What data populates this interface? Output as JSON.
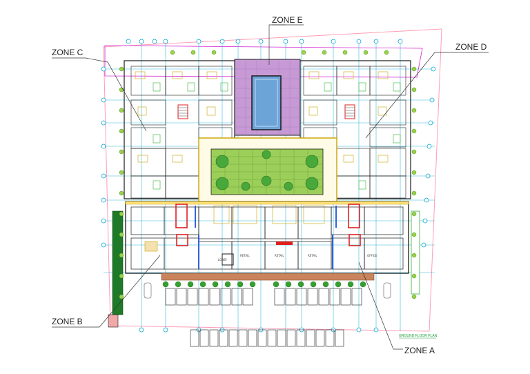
{
  "zones": [
    {
      "id": "zone-a",
      "label": "ZONE A"
    },
    {
      "id": "zone-b",
      "label": "ZONE B"
    },
    {
      "id": "zone-c",
      "label": "ZONE C"
    },
    {
      "id": "zone-d",
      "label": "ZONE D"
    },
    {
      "id": "zone-e",
      "label": "ZONE E"
    }
  ],
  "plan_caption": "GROUND FLOOR PLAN",
  "colors": {
    "wall": "#1a1a1a",
    "grid": "#00a6d6",
    "dimension": "#d11fd1",
    "landscape": "#2fb52f",
    "furniture": "#c9a200",
    "pool_deck": "#c79ad6",
    "pool_water": "#6da4d8",
    "courtyard": "#9ccf5a",
    "retail_red": "#e02020",
    "core_blue": "#1f4fd6",
    "parking_band": "#c9845e",
    "site_boundary": "#ff9db5"
  }
}
